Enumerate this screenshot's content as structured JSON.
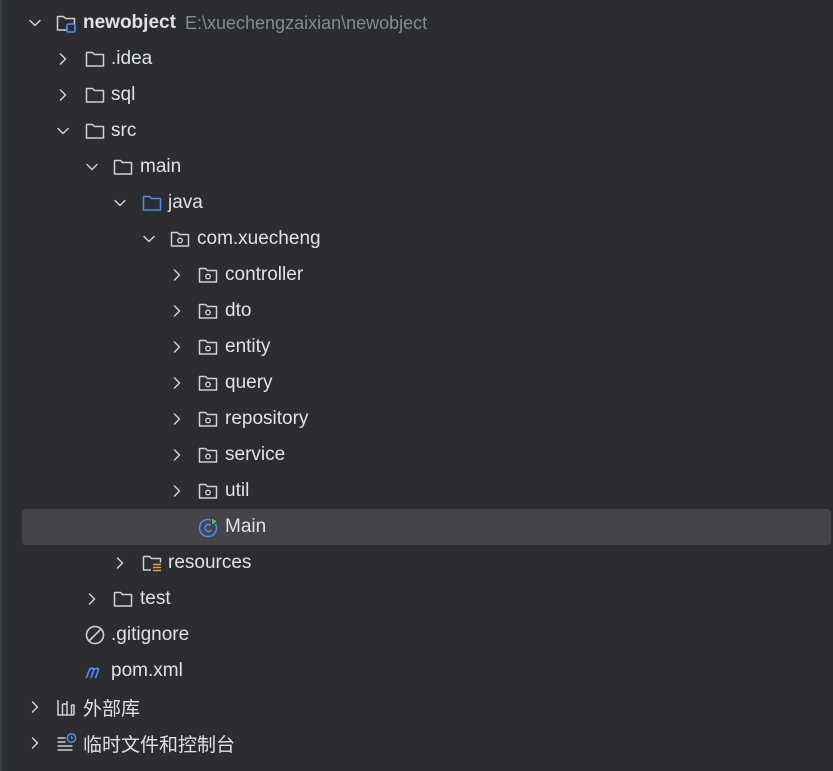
{
  "tree": {
    "root": {
      "label": "newobject",
      "path": "E:\\xuechengzaixian\\newobject"
    },
    "idea": {
      "label": ".idea"
    },
    "sql": {
      "label": "sql"
    },
    "src": {
      "label": "src"
    },
    "main": {
      "label": "main"
    },
    "java": {
      "label": "java"
    },
    "package": {
      "label": "com.xuecheng"
    },
    "controller": {
      "label": "controller"
    },
    "dto": {
      "label": "dto"
    },
    "entity": {
      "label": "entity"
    },
    "query": {
      "label": "query"
    },
    "repository": {
      "label": "repository"
    },
    "service": {
      "label": "service"
    },
    "util": {
      "label": "util"
    },
    "main_class": {
      "label": "Main"
    },
    "resources": {
      "label": "resources"
    },
    "test": {
      "label": "test"
    },
    "gitignore": {
      "label": ".gitignore"
    },
    "pom": {
      "label": "pom.xml"
    },
    "external_libs": {
      "label": "外部库"
    },
    "scratches": {
      "label": "临时文件和控制台"
    }
  },
  "colors": {
    "background": "#2b2d30",
    "selection": "#43454a",
    "folder_icon": "#ced0d6",
    "source_folder_icon": "#548af7",
    "resource_accent": "#e0a23b",
    "main_class_accent": "#5fb865",
    "maven_icon": "#548af7",
    "path_text": "#868a91"
  },
  "icons": {
    "chevron_expanded": "chevron-down-icon",
    "chevron_collapsed": "chevron-right-icon",
    "module": "module-folder-icon",
    "folder": "folder-icon",
    "source_folder": "source-folder-icon",
    "package": "package-icon",
    "main_class": "java-main-class-icon",
    "resources": "resources-folder-icon",
    "gitignore": "gitignore-icon",
    "maven": "maven-icon",
    "libraries": "libraries-icon",
    "scratches": "scratches-icon"
  }
}
